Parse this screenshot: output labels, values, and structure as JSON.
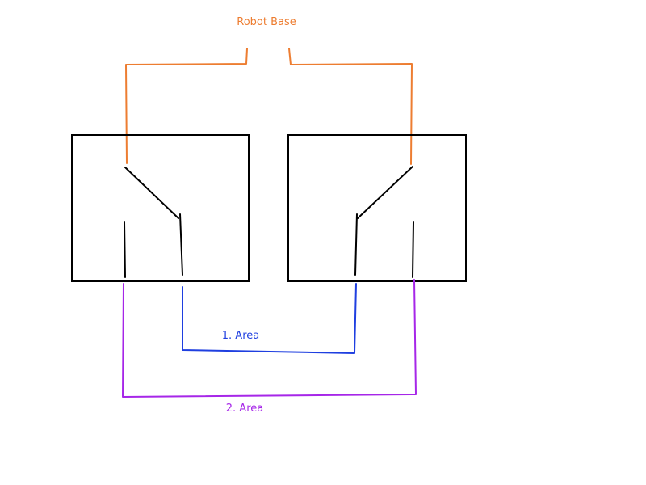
{
  "labels": {
    "robot_base": "Robot Base",
    "area_1": "1. Area",
    "area_2": "2. Area"
  },
  "colors": {
    "robot_base": "#ED7D31",
    "area_1": "#1F3FE0",
    "area_2": "#A626E8",
    "switch": "#000000"
  }
}
